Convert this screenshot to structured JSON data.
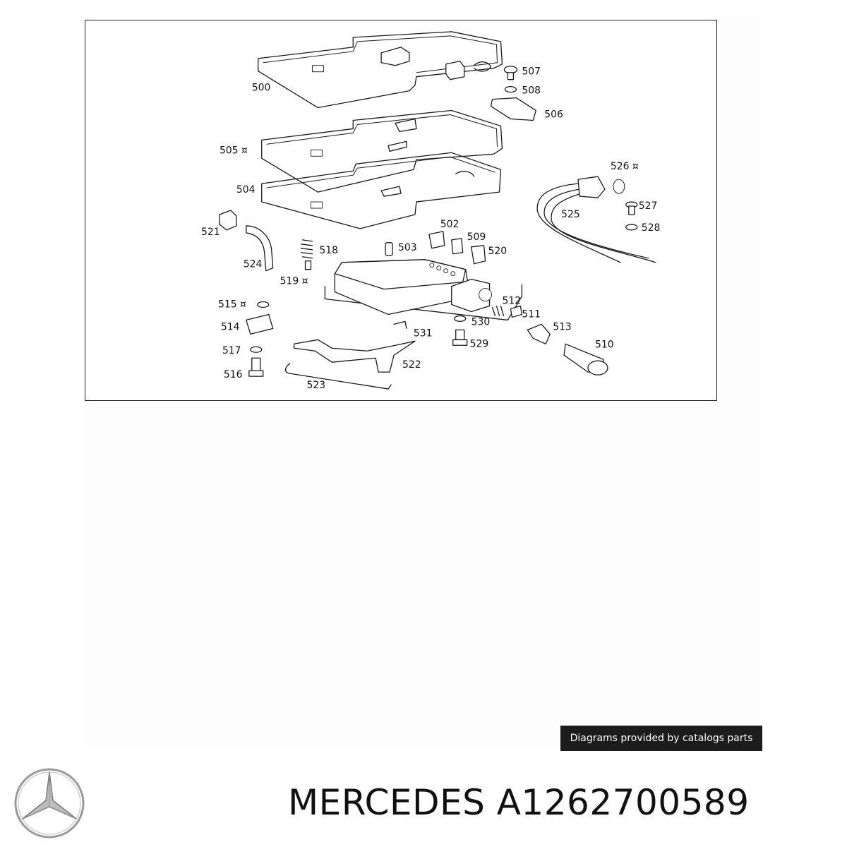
{
  "callouts": {
    "c500": "500",
    "c502": "502",
    "c503": "503",
    "c504": "504",
    "c505": "505 ¤",
    "c506": "506",
    "c507": "507",
    "c508": "508",
    "c509": "509",
    "c510": "510",
    "c511": "511",
    "c512": "512",
    "c513": "513",
    "c514": "514",
    "c515": "515 ¤",
    "c516": "516",
    "c517": "517",
    "c518": "518",
    "c519": "519 ¤",
    "c520": "520",
    "c521": "521",
    "c522": "522",
    "c523": "523",
    "c524": "524",
    "c525": "525",
    "c526": "526 ¤",
    "c527": "527",
    "c528": "528",
    "c529": "529",
    "c530": "530",
    "c531": "531"
  },
  "caption": "Diagrams provided by catalogs parts",
  "footer": {
    "title": "MERCEDES A1262700589",
    "logo_icon": "mercedes-star-logo"
  }
}
